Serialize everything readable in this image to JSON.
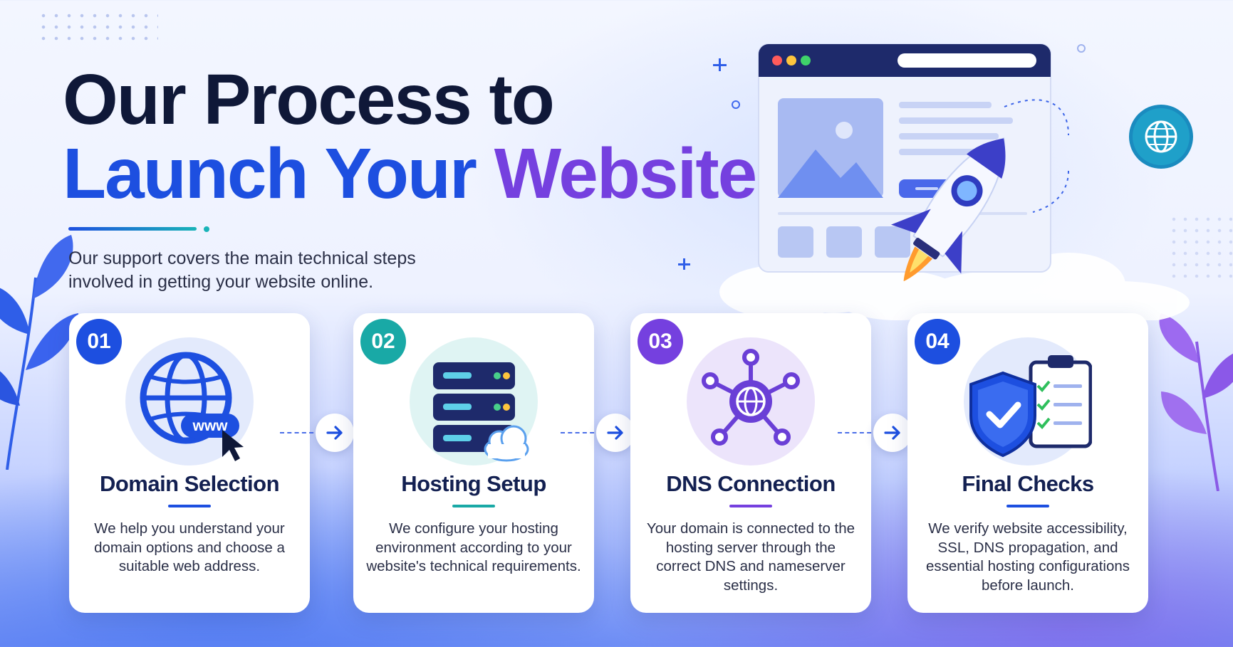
{
  "header": {
    "title_line1": "Our Process to",
    "title_line2_a": "Launch Your",
    "title_line2_b": "Website",
    "subtitle": "Our support covers the main technical steps involved in getting your website online."
  },
  "colors": {
    "dark": "#0f1838",
    "blue": "#1d4fe0",
    "teal": "#19a9a6",
    "purple": "#7540df"
  },
  "steps": [
    {
      "number": "01",
      "title": "Domain Selection",
      "description": "We help you understand your domain options and choose a suitable web address.",
      "icon": "globe-www-icon",
      "icon_text": "www",
      "accent": "#1d4fe0"
    },
    {
      "number": "02",
      "title": "Hosting Setup",
      "description": "We configure your hosting environment according to your website's technical requirements.",
      "icon": "server-cloud-icon",
      "accent": "#19a9a6"
    },
    {
      "number": "03",
      "title": "DNS Connection",
      "description": "Your domain is connected to the hosting server through the correct DNS and nameserver settings.",
      "icon": "network-hub-icon",
      "accent": "#7540df"
    },
    {
      "number": "04",
      "title": "Final Checks",
      "description": "We verify website accessibility, SSL, DNS propagation, and essential hosting configurations before launch.",
      "icon": "shield-checklist-icon",
      "accent": "#1d4fe0"
    }
  ],
  "illustration": {
    "items": [
      "browser-window-icon",
      "rocket-icon",
      "globe-icon",
      "cloud-icon"
    ]
  }
}
